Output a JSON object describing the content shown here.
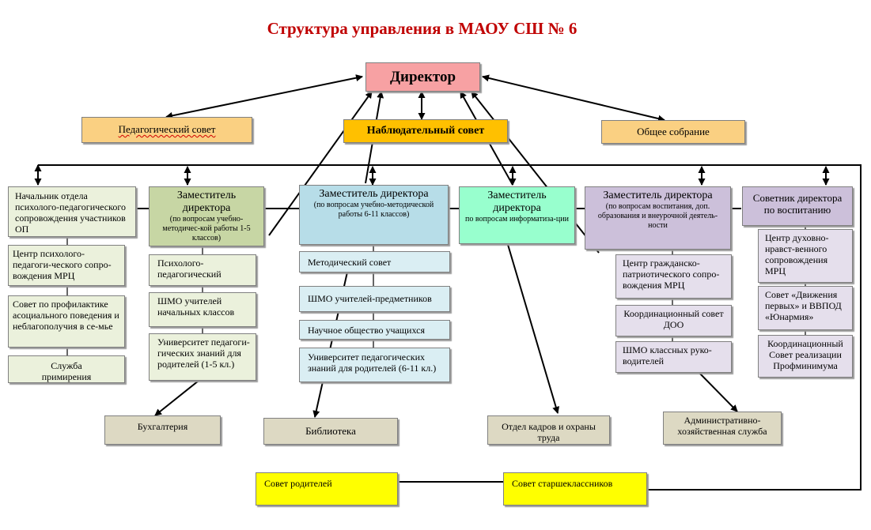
{
  "title": "Структура управления в МАОУ СШ № 6",
  "colors": {
    "title": "#c00000",
    "director": "#f7a1a3",
    "councils": "#fad082",
    "supervisory": "#ffc000",
    "deputy_primary": "#c7d6a4",
    "deputy_secondary": "#b7dde8",
    "deputy_it": "#98ffce",
    "deputy_upbringing": "#ccc0da",
    "services": "#ddd9c3",
    "student_parent": "#ffff00"
  },
  "director": "Директор",
  "top_row": {
    "pedagogical_council": "Педагогический совет",
    "supervisory_board": "Наблюдательный совет",
    "general_meeting": "Общее собрание"
  },
  "columns": {
    "psych_head": {
      "title": "Начальник отдела психолого-педагогического сопровождения участников ОП",
      "children": [
        "Центр психолого-педагоги-ческого сопро-вождения МРЦ",
        "Совет по профилактике асоциального поведения и неблагополучия в се-мье",
        "Служба примирения"
      ]
    },
    "deputy_primary": {
      "title": "Заместитель директора",
      "subtitle": "(по вопросам учебно-методичес-кой работы 1-5 классов)",
      "children": [
        "Психолого-педагогический",
        "ШМО учителей начальных классов",
        "Университет педагоги-гических знаний для родителей (1-5 кл.)"
      ]
    },
    "deputy_secondary": {
      "title": "Заместитель директора",
      "subtitle": "(по вопросам учебно-методической работы 6-11 классов)",
      "children": [
        "Методический совет",
        "ШМО учителей-предметников",
        "Научное общество учащихся",
        "Университет педагогических знаний для родителей (6-11 кл.)"
      ]
    },
    "deputy_it": {
      "title": "Заместитель директора",
      "subtitle": "по вопросам информатиза-ции"
    },
    "deputy_upbringing": {
      "title": "Заместитель директора",
      "subtitle": "(по вопросам воспитания, доп. образования и внеурочной деятель-ности",
      "children": [
        "Центр гражданско-патриотического сопро-вождения МРЦ",
        "Координационный совет ДОО",
        "ШМО классных руко-водителей"
      ]
    },
    "advisor": {
      "title": "Советник директора по воспитанию",
      "children": [
        "Центр духовно-нравст-венного сопровождения МРЦ",
        "Совет «Движения первых» и ВВПОД «Юнармия»",
        "Координационный Совет реализации Профминимума"
      ]
    }
  },
  "services": {
    "accounting": "Бухгалтерия",
    "library": "Библиотека",
    "hr": "Отдел кадров и охраны труда",
    "admin": "Административно-хозяйственная служба"
  },
  "bottom": {
    "parents_council": "Совет родителей",
    "seniors_council": "Совет старшеклассников"
  }
}
